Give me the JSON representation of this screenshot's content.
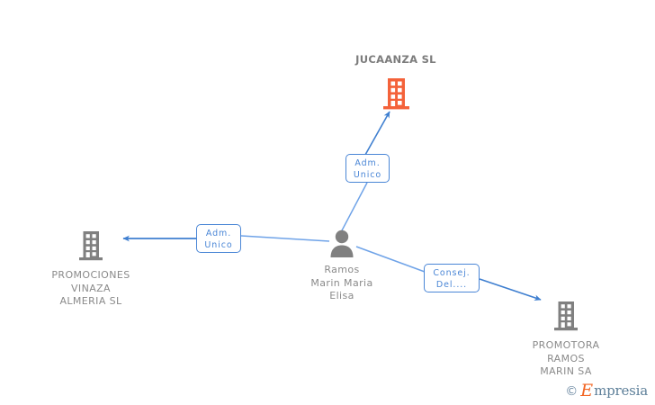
{
  "diagram": {
    "title": "JUCAANZA SL",
    "background_color": "#ffffff",
    "edge_color": "#4a86d6",
    "company_highlight_color": "#f4623a",
    "company_color": "#808080",
    "person_color": "#808080",
    "label_text_color": "#8a8a8a"
  },
  "nodes": {
    "root_company": {
      "name": "JUCAANZA SL",
      "icon": "building-icon",
      "color": "#f4623a"
    },
    "person": {
      "name": "Ramos\nMarin Maria\nElisa",
      "icon": "person-icon",
      "color": "#808080"
    },
    "left_company": {
      "name": "PROMOCIONES\nVINAZA\nALMERIA SL",
      "icon": "building-icon",
      "color": "#808080"
    },
    "bottom_company": {
      "name": "PROMOTORA\nRAMOS\nMARIN SA",
      "icon": "building-icon",
      "color": "#808080"
    }
  },
  "edges": [
    {
      "id": "edge-person-to-root",
      "label": "Adm.\nUnico",
      "from": "person",
      "to": "root_company"
    },
    {
      "id": "edge-person-to-left",
      "label": "Adm.\nUnico",
      "from": "person",
      "to": "left_company"
    },
    {
      "id": "edge-person-to-bottom",
      "label": "Consej.\nDel....",
      "from": "person",
      "to": "bottom_company"
    }
  ],
  "watermark": {
    "copyright": "©",
    "brand_initial": "E",
    "brand_rest": "mpresia"
  }
}
